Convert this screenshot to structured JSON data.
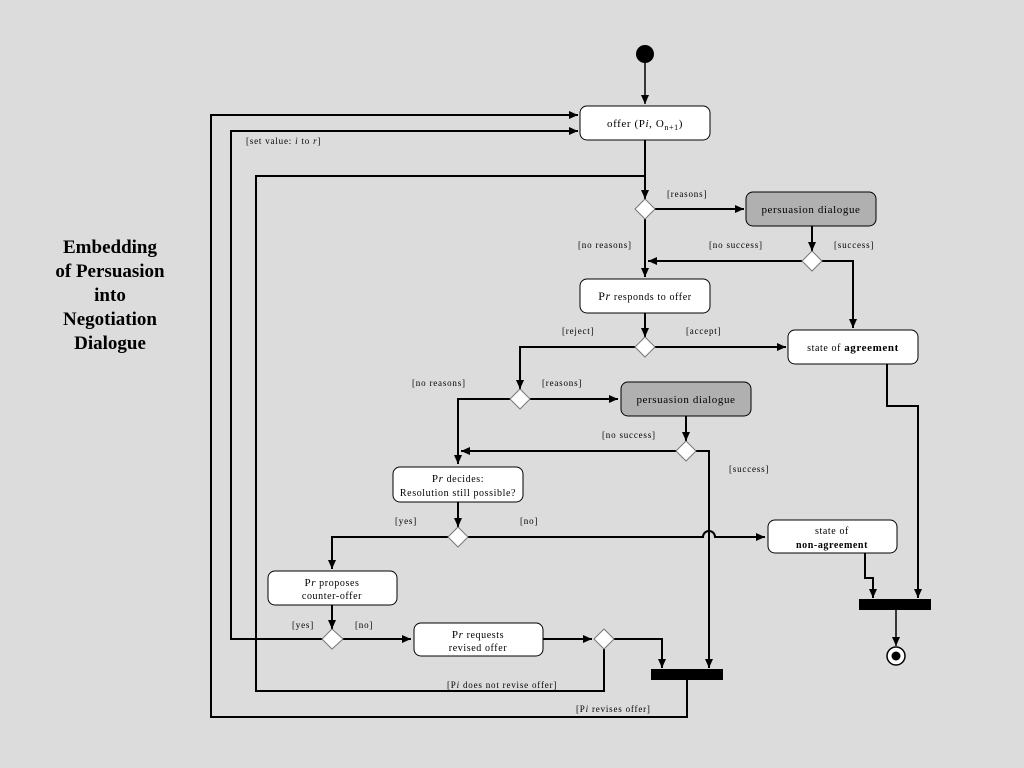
{
  "title_lines": [
    "Embedding",
    "of Persuasion",
    "into",
    "Negotiation",
    "Dialogue"
  ],
  "nodes": {
    "offer": {
      "prefix": "offer (P",
      "italic": "i",
      "mid": ", O",
      "sub": "n+1",
      "suffix": ")"
    },
    "persuasion1": {
      "label": "persuasion dialogue"
    },
    "responds": {
      "p": "P",
      "r": "r",
      "rest": " responds to offer"
    },
    "agreement": {
      "pre": "state of ",
      "bold": "agreement"
    },
    "persuasion2": {
      "label": "persuasion dialogue"
    },
    "decides": {
      "p": "P",
      "r": "r",
      "line1_rest": " decides:",
      "line2": "Resolution still possible?"
    },
    "non_agreement": {
      "line1": "state of",
      "line2": "non-agreement"
    },
    "proposes": {
      "p": "P",
      "r": "r",
      "line1_rest": " proposes",
      "line2": "counter-offer"
    },
    "requests": {
      "p": "P",
      "r": "r",
      "line1_rest": " requests",
      "line2": "revised offer"
    }
  },
  "guards": {
    "set_value_pre": "[set value: ",
    "set_value_i": "i",
    "set_value_mid": " to ",
    "set_value_r": "r",
    "set_value_post": "]",
    "reasons_1": "[reasons]",
    "no_reasons_1": "[no reasons]",
    "no_success_1": "[no success]",
    "success_1": "[success]",
    "reject": "[reject]",
    "accept": "[accept]",
    "no_reasons_2": "[no reasons]",
    "reasons_2": "[reasons]",
    "no_success_2": "[no success]",
    "success_2": "[success]",
    "yes_1": "[yes]",
    "no_1": "[no]",
    "yes_2": "[yes]",
    "no_2": "[no]",
    "not_revise_pre": "[P",
    "not_revise_i": "i",
    "not_revise_post": "  does not revise offer]",
    "revises_pre": "[P",
    "revises_i": "i",
    "revises_post": "  revises offer]"
  }
}
